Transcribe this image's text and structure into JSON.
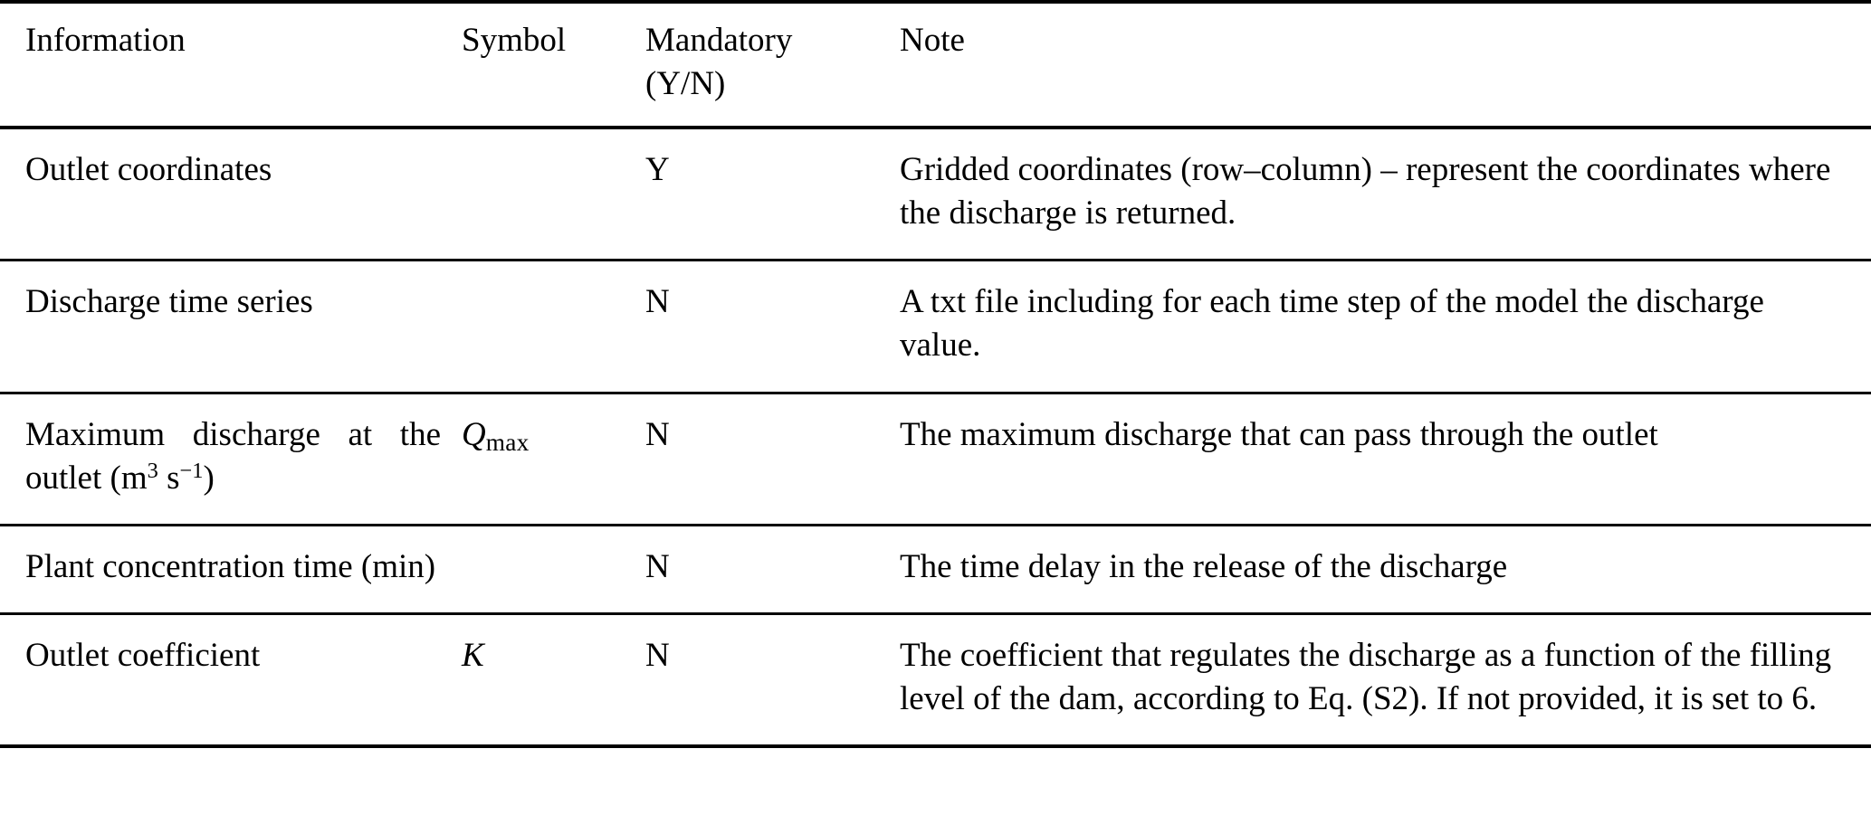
{
  "table": {
    "columns": [
      {
        "key": "information",
        "label": "Information"
      },
      {
        "key": "symbol",
        "label": "Symbol"
      },
      {
        "key": "mandatory",
        "label": "Mandatory",
        "label_line2": "(Y/N)"
      },
      {
        "key": "note",
        "label": "Note"
      }
    ],
    "rows": [
      {
        "information": "Outlet coordinates",
        "symbol": "",
        "mandatory": "Y",
        "note": "Gridded coordinates (row–column) – represent the coordinates where the discharge is returned."
      },
      {
        "information": "Discharge time series",
        "symbol": "",
        "mandatory": "N",
        "note": "A txt file including for each time step of the model the discharge value."
      },
      {
        "information_part1": "Maximum discharge at the outlet (m",
        "information_sup1": "3",
        "information_part2": " s",
        "information_sup2": "−1",
        "information_part3": ")",
        "information": "Maximum discharge at the outlet (m3 s−1)",
        "symbol_var": "Q",
        "symbol_sub": "max",
        "symbol": "Qmax",
        "mandatory": "N",
        "note": "The maximum discharge that can pass through the outlet"
      },
      {
        "information": "Plant concentration time (min)",
        "symbol": "",
        "mandatory": "N",
        "note": "The time delay in the release of the discharge"
      },
      {
        "information": "Outlet coefficient",
        "symbol_var": "K",
        "symbol_sub": "",
        "symbol": "K",
        "mandatory": "N",
        "note": "The coefficient that regulates the discharge as a function of the filling level of the dam, according to Eq. (S2). If not provided, it is set to 6."
      }
    ]
  },
  "colors": {
    "text": "#000000",
    "background": "#ffffff",
    "rule": "#000000"
  }
}
